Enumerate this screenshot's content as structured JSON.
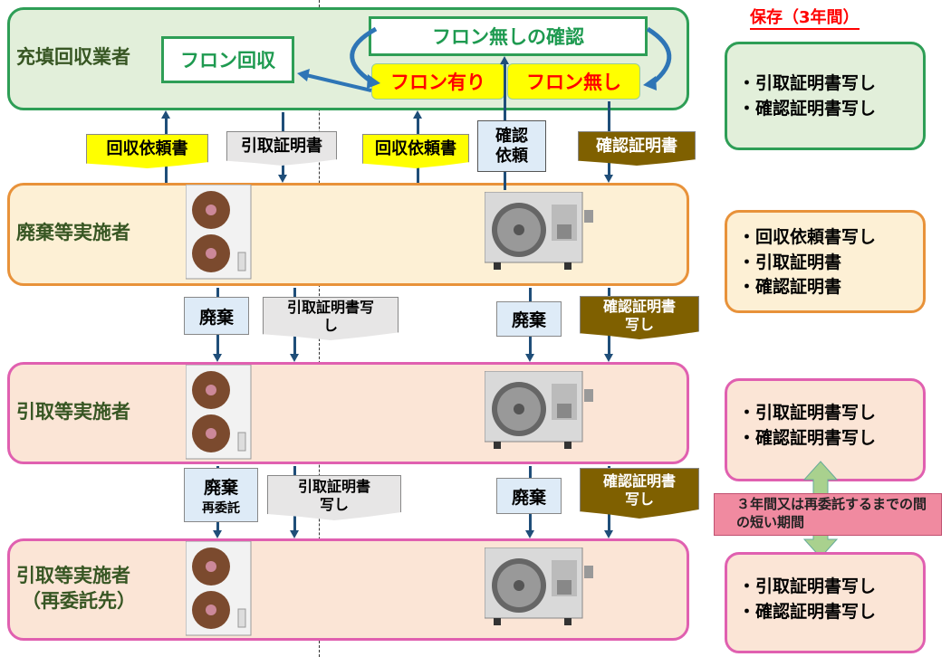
{
  "actors": {
    "collector": "充填回収業者",
    "disposer": "廃棄等実施者",
    "taker": "引取等実施者",
    "taker_sub_1": "引取等実施者",
    "taker_sub_2": "（再委託先）"
  },
  "collector_panel": {
    "recovery": "フロン回収",
    "check": "フロン無しの確認",
    "with_freon": "フロン有り",
    "without_freon": "フロン無し"
  },
  "docs": {
    "request1": "回収依頼書",
    "takeover_cert": "引取証明書",
    "request2": "回収依頼書",
    "check_request": "確認依頼",
    "check_cert": "確認証明書",
    "dispose_a": "廃棄",
    "takeover_copy_a": "引取証明書写し",
    "dispose_b": "廃棄",
    "check_copy_a": "確認証明書写し",
    "dispose_c": "廃棄",
    "redelegate": "再委託",
    "takeover_copy_b": "引取証明書写し",
    "dispose_d": "廃棄",
    "check_copy_b": "確認証明書写し"
  },
  "storage": {
    "title": "保存（3年間）",
    "collector": [
      "・引取証明書写し",
      "・確認証明書写し"
    ],
    "disposer": [
      "・回収依頼書写し",
      "・引取証明書",
      "・確認証明書"
    ],
    "taker": [
      "・引取証明書写し",
      "・確認証明書写し"
    ],
    "taker_sub": [
      "・引取証明書写し",
      "・確認証明書写し"
    ],
    "period_note": "３年間又は再委託するまでの間の短い期間"
  },
  "colors": {
    "green": "#2e9e56",
    "orange": "#e8923a",
    "pink": "#e060b0",
    "yellow": "#ffff00",
    "brown": "#7f6000"
  }
}
